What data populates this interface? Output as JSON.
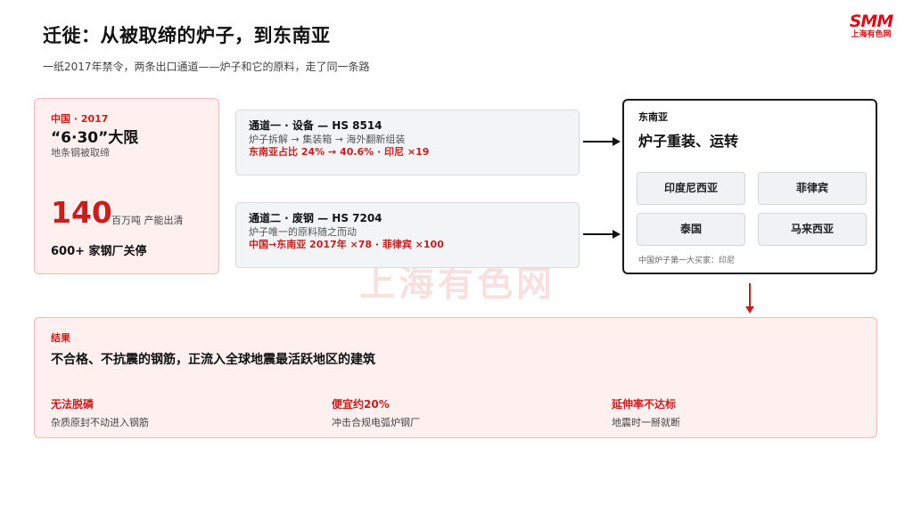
{
  "header": {
    "title": "迁徙：从被取缔的炉子，到东南亚",
    "subtitle": "一纸2017年禁令，两条出口通道——炉子和它的原料，走了同一条路"
  },
  "logo": {
    "mark": "SMM",
    "cn": "上海有色网"
  },
  "watermark": {
    "mark": "SMM",
    "cn": "上海有色网"
  },
  "china": {
    "tag": "中国 · 2017",
    "headline": "“6·30”大限",
    "sub": "地条钢被取缔",
    "capacity_value": "140",
    "capacity_unit": "百万吨 产能出清",
    "mills_closed": "600+ 家钢厂关停"
  },
  "channels": [
    {
      "title": "通道一 · 设备 — HS 8514",
      "desc": "炉子拆解 → 集装箱 → 海外翻新组装",
      "stat": "东南亚占比 24% → 40.6% · 印尼 ×19"
    },
    {
      "title": "通道二 · 废钢 — HS 7204",
      "desc": "炉子唯一的原料随之而动",
      "stat": "中国→东南亚 2017年 ×78 · 菲律宾 ×100"
    }
  ],
  "sea": {
    "tag": "东南亚",
    "headline": "炉子重装、运转",
    "countries": [
      "印度尼西亚",
      "菲律宾",
      "泰国",
      "马来西亚"
    ],
    "note": "中国炉子第一大买家：印尼"
  },
  "result": {
    "tag": "结果",
    "headline": "不合格、不抗震的钢筋，正流入全球地震最活跃地区的建筑",
    "impacts": [
      {
        "title": "无法脱磷",
        "desc": "杂质原封不动进入钢筋"
      },
      {
        "title": "便宜约20%",
        "desc": "冲击合规电弧炉钢厂"
      },
      {
        "title": "延伸率不达标",
        "desc": "地震时一掰就断"
      }
    ]
  },
  "colors": {
    "accent": "#c81e1e",
    "accent_bg": "#fdf0ef",
    "neutral_bg": "#f3f4f6"
  }
}
